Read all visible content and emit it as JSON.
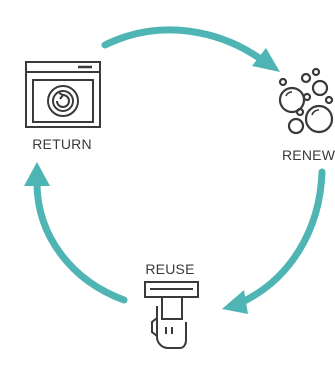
{
  "steps": [
    {
      "label": "RETURN",
      "icon": "washing-machine-icon"
    },
    {
      "label": "RENEW",
      "icon": "bubbles-icon"
    },
    {
      "label": "REUSE",
      "icon": "dispenser-hand-icon"
    }
  ],
  "colors": {
    "arrow": "#4fb5b4",
    "line": "#3a3a3a",
    "background": "#ffffff"
  }
}
